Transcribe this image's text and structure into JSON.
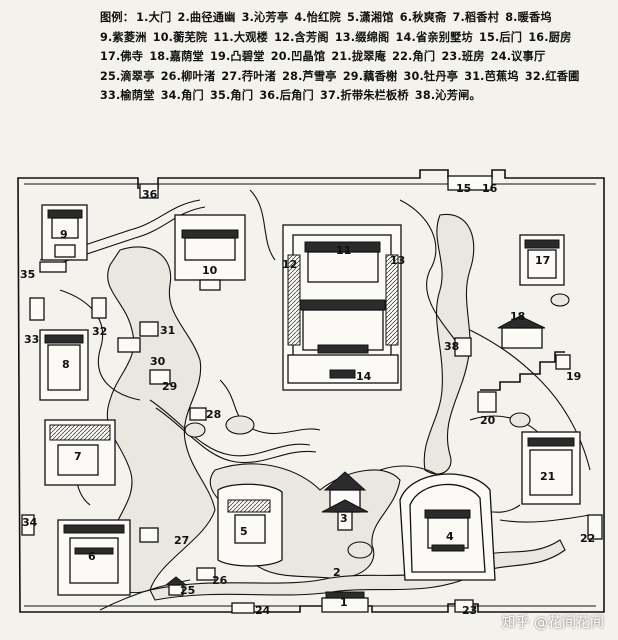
{
  "legend": {
    "title": "图例：",
    "entries": [
      "1.大门",
      "2.曲径通幽",
      "3.沁芳亭",
      "4.怡红院",
      "5.潇湘馆",
      "6.秋爽斋",
      "7.稻香村",
      "8.暖香坞",
      "9.紫菱洲",
      "10.蘅芜院",
      "11.大观楼",
      "12.含芳阁",
      "13.缀绵阁",
      "14.省亲别墅坊",
      "15.后门",
      "16.厨房",
      "17.佛寺",
      "18.嘉荫堂",
      "19.凸碧堂",
      "20.凹晶馆",
      "21.拢翠庵",
      "22.角门",
      "23.班房",
      "24.议事厅",
      "25.滴翠亭",
      "26.柳叶渚",
      "27.荇叶渚",
      "28.芦雪亭",
      "29.藕香榭",
      "30.牡丹亭",
      "31.芭蕉坞",
      "32.红香圃",
      "33.榆荫堂",
      "34.角门",
      "35.角门",
      "36.后角门",
      "37.折带朱栏板桥",
      "38.沁芳闸。"
    ]
  },
  "map_labels": {
    "n1": "1",
    "n2": "2",
    "n3": "3",
    "n4": "4",
    "n5": "5",
    "n6": "6",
    "n7": "7",
    "n8": "8",
    "n9": "9",
    "n10": "10",
    "n11": "11",
    "n12": "12",
    "n13": "13",
    "n14": "14",
    "n15": "15",
    "n16": "16",
    "n17": "17",
    "n18": "18",
    "n19": "19",
    "n20": "20",
    "n21": "21",
    "n22": "22",
    "n23": "23",
    "n24": "24",
    "n25": "25",
    "n26": "26",
    "n27": "27",
    "n28": "28",
    "n29": "29",
    "n30": "30",
    "n31": "31",
    "n32": "32",
    "n33": "33",
    "n34": "34",
    "n35": "35",
    "n36": "36",
    "n38": "38"
  },
  "watermark": "知乎 @花间花间"
}
